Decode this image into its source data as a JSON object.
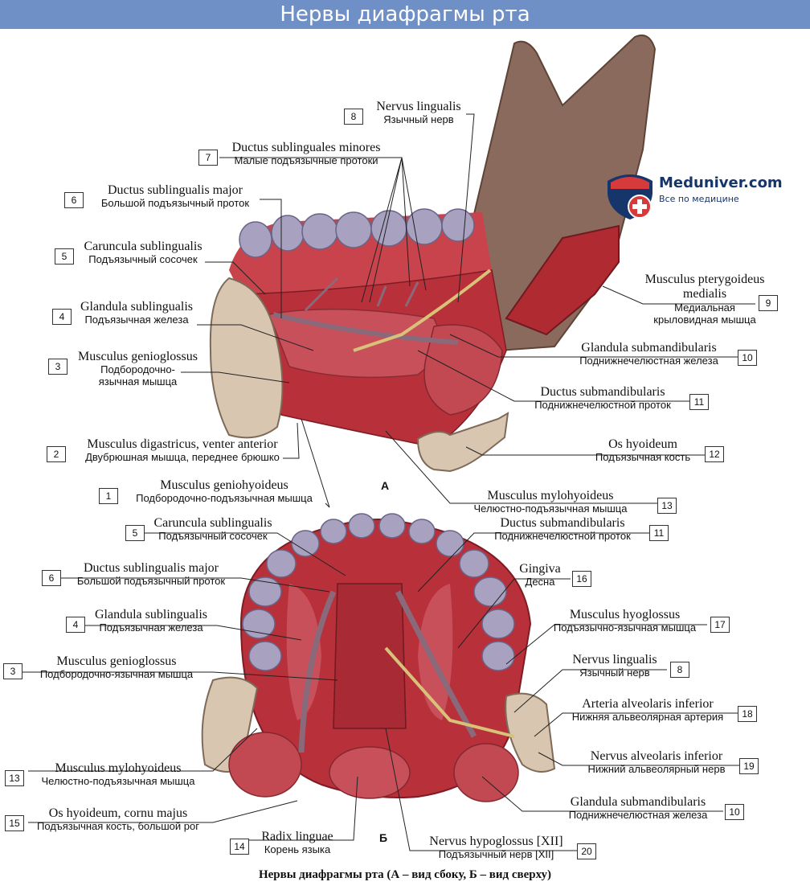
{
  "page_title": "Нервы диафрагмы рта",
  "watermark": {
    "name": "Meduniver.com",
    "tagline": "Все по медицине"
  },
  "views": {
    "a": "А",
    "b": "Б"
  },
  "caption": "Нервы диафрагмы рта (А – вид сбоку, Б – вид сверху)",
  "labels_a": [
    {
      "num": "1",
      "latin": "Musculus geniohyoideus",
      "russian": "Подбородочно-подъязычная мышца"
    },
    {
      "num": "2",
      "latin": "Musculus digastricus, venter anterior",
      "russian": "Двубрюшная мышца, переднее брюшко"
    },
    {
      "num": "3",
      "latin": "Musculus genioglossus",
      "russian": "Подбородочно-язычная мышца"
    },
    {
      "num": "4",
      "latin": "Glandula sublingualis",
      "russian": "Подъязычная железа"
    },
    {
      "num": "5",
      "latin": "Caruncula sublingualis",
      "russian": "Подъязычный сосочек"
    },
    {
      "num": "6",
      "latin": "Ductus sublingualis major",
      "russian": "Большой подъязычный проток"
    },
    {
      "num": "7",
      "latin": "Ductus sublinguales minores",
      "russian": "Малые подъязычные протоки"
    },
    {
      "num": "8",
      "latin": "Nervus lingualis",
      "russian": "Язычный нерв"
    },
    {
      "num": "9",
      "latin": "Musculus pterygoideus medialis",
      "russian": "Медиальная крыловидная мышца"
    },
    {
      "num": "10",
      "latin": "Glandula submandibularis",
      "russian": "Поднижнечелюстная железа"
    },
    {
      "num": "11",
      "latin": "Ductus submandibularis",
      "russian": "Поднижнечелюстной проток"
    },
    {
      "num": "12",
      "latin": "Os hyoideum",
      "russian": "Подъязычная кость"
    },
    {
      "num": "13",
      "latin": "Musculus mylohyoideus",
      "russian": "Челюстно-подъязычная мышца"
    }
  ],
  "labels_b": [
    {
      "num": "5",
      "latin": "Caruncula sublingualis",
      "russian": "Подъязычный сосочек"
    },
    {
      "num": "6",
      "latin": "Ductus sublingualis major",
      "russian": "Большой подъязычный проток"
    },
    {
      "num": "4",
      "latin": "Glandula sublingualis",
      "russian": "Подъязычная железа"
    },
    {
      "num": "3",
      "latin": "Musculus genioglossus",
      "russian": "Подбородочно-язычная мышца"
    },
    {
      "num": "13",
      "latin": "Musculus mylohyoideus",
      "russian": "Челюстно-подъязычная мышца"
    },
    {
      "num": "15",
      "latin": "Os hyoideum, cornu majus",
      "russian": "Подъязычная кость, большой рог"
    },
    {
      "num": "14",
      "latin": "Radix linguae",
      "russian": "Корень языка"
    },
    {
      "num": "20",
      "latin": "Nervus hypoglossus [XII]",
      "russian": "Подъязычный нерв [XII]"
    },
    {
      "num": "11",
      "latin": "Ductus submandibularis",
      "russian": "Поднижнечелюстной проток"
    },
    {
      "num": "16",
      "latin": "Gingiva",
      "russian": "Десна"
    },
    {
      "num": "17",
      "latin": "Musculus hyoglossus",
      "russian": "Подъязычно-язычная мышца"
    },
    {
      "num": "8",
      "latin": "Nervus lingualis",
      "russian": "Язычный нерв"
    },
    {
      "num": "18",
      "latin": "Arteria alveolaris inferior",
      "russian": "Нижняя альвеолярная артерия"
    },
    {
      "num": "19",
      "latin": "Nervus alveolaris inferior",
      "russian": "Нижний альвеолярный нерв"
    },
    {
      "num": "10",
      "latin": "Glandula submandibularis",
      "russian": "Поднижнечелюстная железа"
    }
  ],
  "colors": {
    "title_bar": "#6f8fc7",
    "bone": "#8a6a5c",
    "muscle": "#b8303a",
    "gland": "#c8505a",
    "teeth": "#a8a2c0",
    "nerve": "#d8c27a",
    "duct": "#8a6a7a",
    "logo_red": "#d63a3a",
    "logo_blue": "#16356b"
  }
}
